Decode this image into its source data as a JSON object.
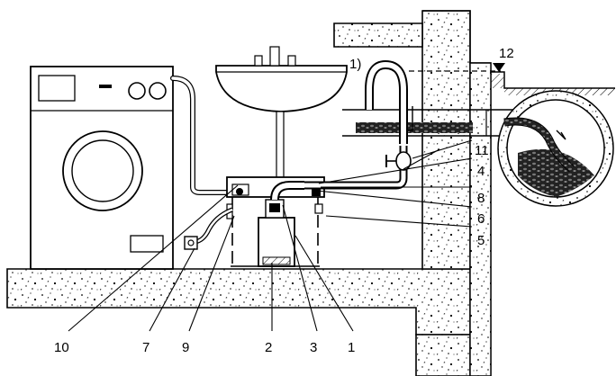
{
  "diagram": {
    "labels": {
      "n1": "1",
      "n2": "2",
      "n3": "3",
      "n4": "4",
      "n5": "5",
      "n6": "6",
      "n7": "7",
      "n8": "8",
      "n9": "9",
      "n10": "10",
      "n11": "11",
      "n12": "12",
      "note1": "1)"
    },
    "colors": {
      "line": "#000000",
      "concrete_fill": "#ffffff",
      "gravel": "#000000"
    }
  }
}
